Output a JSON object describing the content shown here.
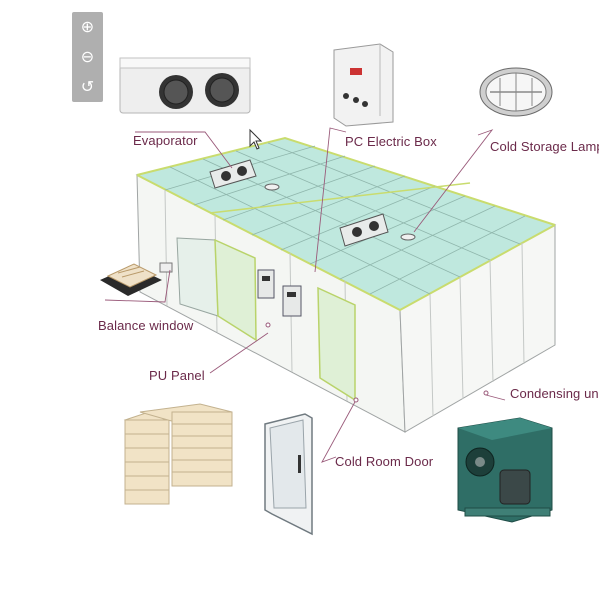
{
  "labels": {
    "evaporator": "Evaporator",
    "pc_electric_box": "PC Electric Box",
    "cold_storage_lamp": "Cold Storage Lamp",
    "balance_window": "Balance window",
    "pu_panel": "PU Panel",
    "condensing_unit": "Condensing unit",
    "cold_room_door": "Cold Room Door"
  },
  "zoom_controls": {
    "zoom_in": "⊕",
    "zoom_out": "⊖",
    "reset": "↺"
  },
  "colors": {
    "label_text": "#6b2a4a",
    "leader_line": "#9a5a7a",
    "room_roof": "#bfe6dc",
    "room_frame": "#c8e07a"
  }
}
